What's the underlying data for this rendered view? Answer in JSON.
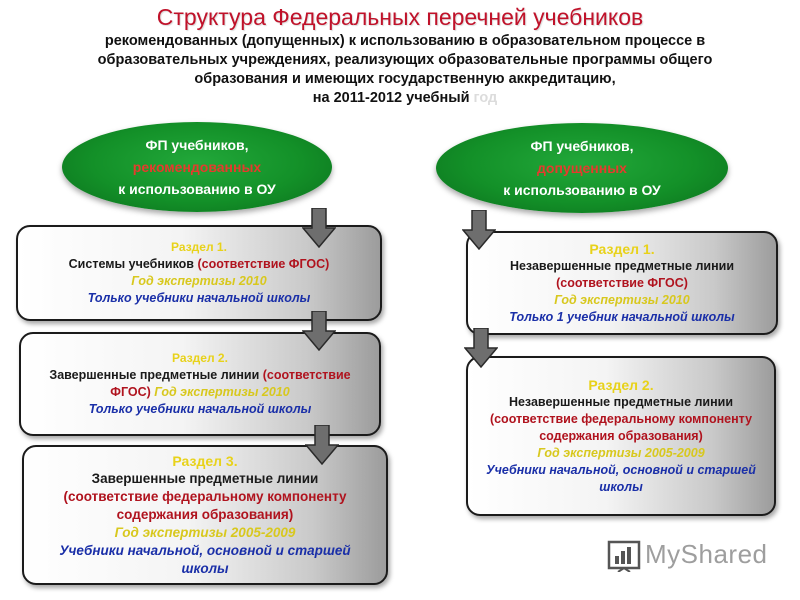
{
  "title": "Структура Федеральных перечней учебников",
  "subtitle": {
    "line1": "рекомендованных (допущенных) к использованию в образовательном процессе в",
    "line2": "образовательных учреждениях, реализующих образовательные программы общего",
    "line3": "образования и имеющих государственную аккредитацию,",
    "line4": "на 2011-2012 учебный",
    "line4_faded": "год"
  },
  "left_oval": {
    "line1": "ФП учебников,",
    "line2": "рекомендованных",
    "line3": "к использованию  в ОУ"
  },
  "right_oval": {
    "line1": "ФП учебников,",
    "line2": "допущенных",
    "line3": "к использованию  в ОУ"
  },
  "left_sections": [
    {
      "label": "Раздел 1.",
      "line_a": "Системы учебников",
      "line_a_red": "(соответствие ФГОС)",
      "year": "Год экспертизы 2010",
      "note": "Только учебники начальной школы"
    },
    {
      "label": "Раздел 2.",
      "line_a": "Завершенные предметные линии",
      "line_a_red": "(соответствие ФГОС)",
      "year": "Год экспертизы 2010",
      "note": "Только учебники начальной школы"
    },
    {
      "label": "Раздел 3.",
      "line_a": "Завершенные предметные  линии",
      "line_a_red": "(соответствие федеральному компоненту содержания образования)",
      "year": "Год экспертизы  2005-2009",
      "note": "Учебники начальной, основной и старшей школы"
    }
  ],
  "right_sections": [
    {
      "label": "Раздел 1.",
      "line_a": "Незавершенные предметные линии",
      "line_a_red": "(соответствие ФГОС)",
      "year": "Год экспертизы  2010",
      "note": "Только 1 учебник начальной школы"
    },
    {
      "label": "Раздел 2.",
      "line_a": "Незавершенные предметные линии",
      "line_a_red": "(соответствие федеральному компоненту содержания образования)",
      "year": "Год экспертизы  2005-2009",
      "note": "Учебники начальной, основной и старшей школы"
    }
  ],
  "logo": {
    "text": "MyShared"
  },
  "colors": {
    "title_red": "#c0122a",
    "oval_green": "#139028",
    "section_yellow": "#e8d21a",
    "text_red": "#b0131e",
    "text_blue": "#1a2fa8",
    "arrow_gray": "#6e6e6e"
  }
}
